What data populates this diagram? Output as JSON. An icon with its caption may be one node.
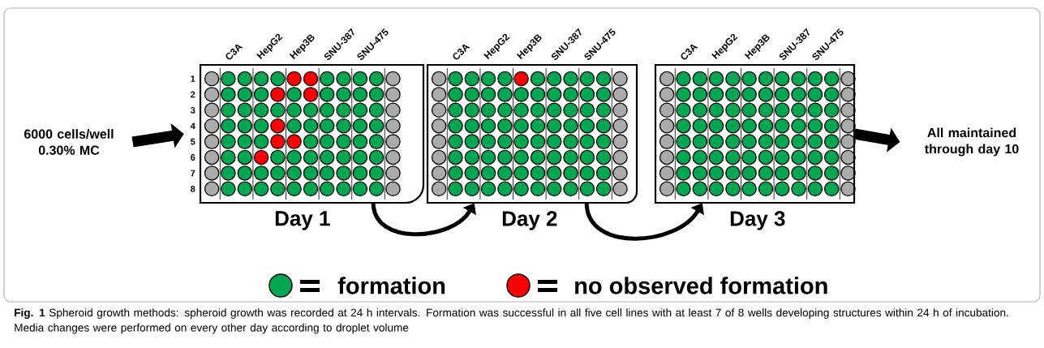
{
  "diagram": {
    "caption": "**Fig. 1** Spheroid growth methods: spheroid growth was recorded at 24 h intervals. Formation was successful in all five cell lines with at least 7 of 8 wells developing structures within 24 h of incubation. Media changes were performed on every other day according to droplet volume",
    "nodes": [
      {
        "text": [
          "6000 cells/well 0.30% MC"
        ]
      },
      {
        "text": [
          "Day 1"
        ],
        "beside": [
          "C3A",
          "HepG2",
          "Hep3B",
          "SNU-387",
          "SNU-475",
          "1",
          "2",
          "3",
          "4",
          "5",
          "6",
          "7",
          "8"
        ]
      },
      {
        "text": [
          "Day 2"
        ],
        "beside": [
          "C3A",
          "HepG2",
          "Hep3B",
          "SNU-387",
          "SNU-475"
        ]
      },
      {
        "text": [
          "Day 3"
        ],
        "beside": [
          "C3A",
          "HepG2",
          "Hep3B",
          "SNU-387",
          "SNU-475"
        ]
      },
      {
        "text": [
          "All maintained through day 10"
        ]
      }
    ],
    "edges": [
      {
        "from": 0,
        "to": 1,
        "arrow": "to",
        "style": "thick"
      },
      {
        "from": 1,
        "to": 2,
        "arrow": "to"
      },
      {
        "from": 2,
        "to": 3,
        "arrow": "to"
      },
      {
        "from": 3,
        "to": 4,
        "arrow": "to",
        "style": "thick"
      }
    ],
    "legend": [
      {
        "text": "formation",
        "color": "#00a651"
      },
      {
        "text": "no observed formation",
        "color": "#ff0000"
      }
    ]
  }
}
